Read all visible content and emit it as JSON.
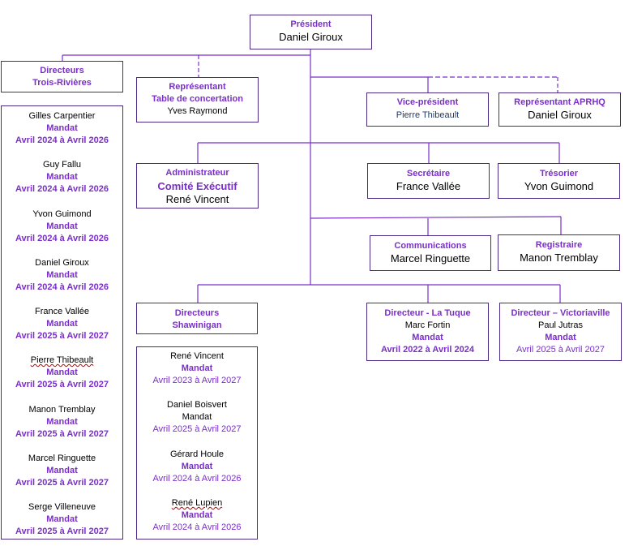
{
  "president": {
    "title": "Président",
    "name": "Daniel Giroux"
  },
  "vice_president": {
    "title": "Vice-président",
    "name": "Pierre Thibeault"
  },
  "rep_aprhq": {
    "title": "Représentant APRHQ",
    "name": "Daniel Giroux"
  },
  "rep_table": {
    "title_line1": "Représentant",
    "title_line2": "Table de concertation",
    "name": "Yves Raymond"
  },
  "admin": {
    "title": "Administrateur",
    "subtitle": "Comité Exécutif",
    "name": "René Vincent"
  },
  "secretaire": {
    "title": "Secrétaire",
    "name": "France Vallée"
  },
  "tresorier": {
    "title": "Trésorier",
    "name": "Yvon Guimond"
  },
  "communications": {
    "title": "Communications",
    "name": "Marcel Ringuette"
  },
  "registraire": {
    "title": "Registraire",
    "name": "Manon Tremblay"
  },
  "dir_tr": {
    "title_line1": "Directeurs",
    "title_line2": "Trois-Rivières",
    "members": [
      {
        "name": "Gilles Carpentier",
        "label": "Mandat",
        "dates": "Avril 2024 à Avril 2026"
      },
      {
        "name": "Guy Fallu",
        "label": "Mandat",
        "dates": "Avril 2024 à Avril 2026"
      },
      {
        "name": "Yvon Guimond",
        "label": "Mandat",
        "dates": "Avril 2024 à Avril 2026"
      },
      {
        "name": "Daniel Giroux",
        "label": "Mandat",
        "dates": "Avril 2024 à Avril 2026"
      },
      {
        "name": "France Vallée",
        "label": "Mandat",
        "dates": "Avril 2025 à Avril 2027"
      },
      {
        "name": "Pierre Thibeault",
        "label": "Mandat",
        "dates": "Avril 2025 à Avril 2027"
      },
      {
        "name": "Manon Tremblay",
        "label": "Mandat",
        "dates": "Avril 2025 à Avril 2027"
      },
      {
        "name": "Marcel Ringuette",
        "label": "Mandat",
        "dates": "Avril 2025 à Avril 2027"
      },
      {
        "name": "Serge Villeneuve",
        "label": "Mandat",
        "dates": "Avril 2025 à Avril 2027"
      }
    ]
  },
  "dir_sh": {
    "title_line1": "Directeurs",
    "title_line2": "Shawinigan",
    "members": [
      {
        "name": "René Vincent",
        "label": "Mandat",
        "dates": "Avril 2023 à Avril 2027"
      },
      {
        "name": "Daniel Boisvert",
        "label": "Mandat",
        "dates": "Avril 2025 à Avril 2027"
      },
      {
        "name": "Gérard Houle",
        "label": "Mandat",
        "dates": "Avril 2024 à Avril 2026"
      },
      {
        "name": "René Lupien",
        "label": "Mandat",
        "dates": "Avril 2024 à Avril 2026"
      }
    ]
  },
  "dir_latuque": {
    "title": "Directeur - La Tuque",
    "name": "Marc Fortin",
    "label": "Mandat",
    "dates": "Avril 2022 à Avril 2024"
  },
  "dir_victo": {
    "title": "Directeur – Victoriaville",
    "name": "Paul Jutras",
    "label": "Mandat",
    "dates": "Avril 2025 à Avril 2027"
  },
  "colors": {
    "line": "#7a2fc9",
    "border": "#4b2a86",
    "title": "#7a2fc9"
  }
}
